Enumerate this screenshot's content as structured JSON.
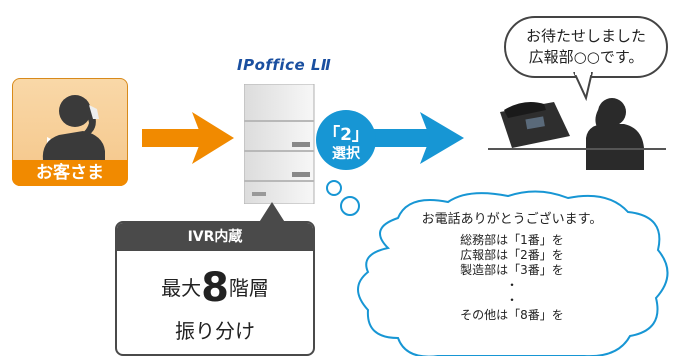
{
  "customer": {
    "label": "お客さま"
  },
  "product": {
    "logo": "IPoffice LⅡ"
  },
  "selection": {
    "number": "「2」",
    "word": "選択"
  },
  "staff_bubble": {
    "line1": "お待たせしました",
    "line2": "広報部○○です。"
  },
  "ivr": {
    "header": "IVR内蔵",
    "prefix": "最大",
    "number": "8",
    "suffix": "階層",
    "line2": "振り分け"
  },
  "message": {
    "greeting": "お電話ありがとうございます。",
    "options": [
      "総務部は「1番」を",
      "広報部は「2番」を",
      "製造部は「3番」を"
    ],
    "dot": "・",
    "last": "その他は「8番」を"
  },
  "colors": {
    "orange": "#f18a00",
    "blue": "#1796d4",
    "cloud_border": "#1796d4",
    "dark": "#4a4a4a"
  }
}
